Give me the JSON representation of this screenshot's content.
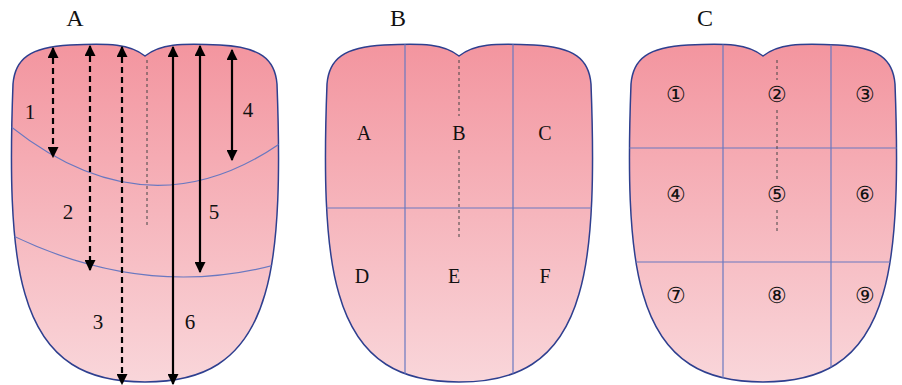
{
  "diagram": {
    "labels": [
      "A",
      "B",
      "C",
      "1",
      "4",
      "2",
      "5",
      "3",
      "6",
      "A",
      "B",
      "C",
      "D",
      "E",
      "F",
      "①",
      "②",
      "③",
      "④",
      "⑤",
      "⑥",
      "⑦",
      "⑧",
      "⑨"
    ]
  }
}
